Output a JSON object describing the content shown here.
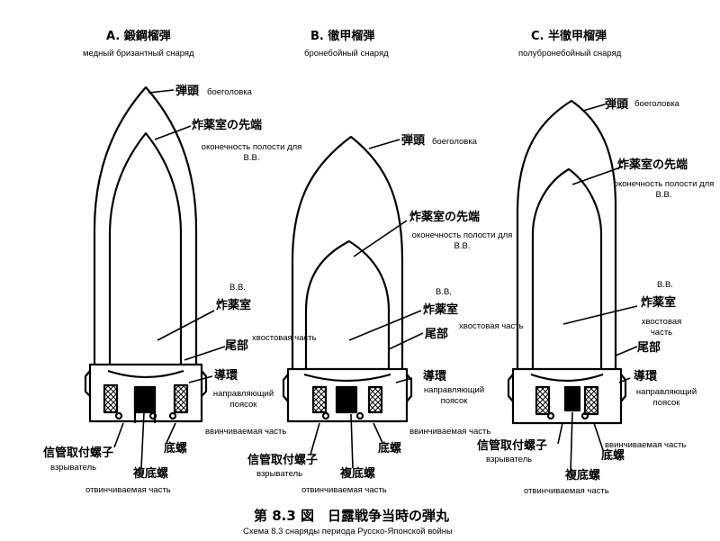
{
  "shells": {
    "a": {
      "title": "A. 鍛鋼榴弾",
      "title_ru": "медный бризантный снаряд",
      "tip": "弾頭",
      "tip_ru": "боеголовка",
      "cavity_tip": "炸薬室の先端",
      "cavity_tip_ru": "оконечность полости для В.В.",
      "explosive_ru": "В.В.",
      "explosive_chamber": "炸薬室",
      "tail": "尾部",
      "tail_ru": "хвостовая часть",
      "band": "導環",
      "band_ru": "направляющий поясок",
      "screw_ru": "ввинчиваемая часть",
      "fuze_screw": "信管取付螺子",
      "fuze_ru": "взрыватель",
      "base": "底螺",
      "base_plug": "複底螺",
      "base_plug_ru": "отвинчиваемая часть"
    },
    "b": {
      "title": "B. 徹甲榴弾",
      "title_ru": "бронебойный снаряд",
      "tip": "弾頭",
      "tip_ru": "боеголовка",
      "cavity_tip": "炸薬室の先端",
      "cavity_tip_ru": "оконечность полости для В.В.",
      "explosive_ru": "В.В.",
      "explosive_chamber": "炸薬室",
      "tail": "尾部",
      "tail_ru": "хвостовая часть",
      "band": "導環",
      "band_ru": "направляющий поясок",
      "screw_ru": "ввинчиваемая часть",
      "fuze_screw": "信管取付螺子",
      "fuze_ru": "взрыватель",
      "base": "底螺",
      "base_plug": "複底螺",
      "base_plug_ru": "отвинчиваемая часть"
    },
    "c": {
      "title": "C. 半徹甲榴弾",
      "title_ru": "полубронебойный снаряд",
      "tip": "弾頭",
      "tip_ru": "боеголовка",
      "cavity_tip": "炸薬室の先端",
      "cavity_tip_ru": "оконечность полости для В.В.",
      "explosive_ru": "В.В.",
      "explosive_chamber": "炸薬室",
      "tail": "尾部",
      "tail_ru": "хвостовая часть",
      "band": "導環",
      "band_ru": "направляющий поясок",
      "screw_ru": "ввинчиваемая часть",
      "fuze_screw": "信管取付螺子",
      "fuze_ru": "взрыватель",
      "base": "底螺",
      "base_plug": "複底螺",
      "base_plug_ru": "отвинчиваемая часть"
    }
  },
  "caption": "第 8.3 図　日露戦争当時の弾丸",
  "caption_ru": "Схема 8.3 снаряды периода Русско-Японской войны"
}
